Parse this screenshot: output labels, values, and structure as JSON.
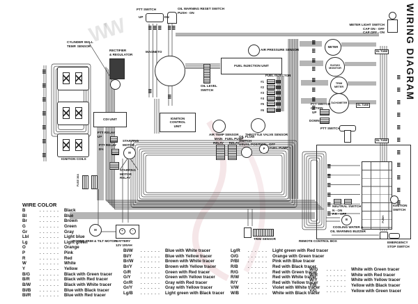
{
  "title": "WIRING DIAGRAM",
  "watermark": "WW",
  "labels": {
    "ptt_switch_top": "PTT SWITCH",
    "up": "UP",
    "dn": "DN",
    "oil_reset": "OIL WARNING RESET SWITCH\nPUSH - ON",
    "meter_light": "METER LIGHT SWITCH\nCAP ON - OFF\nCAP OFF - ON",
    "cyl_temp": "CYLINDER WALL\nTEMP. SENSOR",
    "rectifier": "RECTIFIER\n& REGULATOR",
    "magneto": "MAGNETO",
    "ignition_coils": "IGNITION COILS",
    "cdi": "CDI UNIT",
    "starting_motor": "STARTING\nMOTOR",
    "motor_m": "M",
    "ptt_relay_up": "PTT RELAY\nUP",
    "ptt_relay_dn": "PTT RELAY\nDN",
    "starting_motor_relay": "STARTING\nMOTOR\nRELAY",
    "fuse": "FUSE 30A",
    "pt_motor": "POWER TRIM & TILT MOTOR",
    "battery": "BATTERY\n12V 100AH",
    "battery_plus": "+",
    "battery_minus": "-",
    "oil_level": "OIL LEVEL\nSWITCH",
    "air_pressure": "AIR PRESSURE SENSOR",
    "fiu": "FUEL INJECTION UNIT",
    "fuel_injector": "FUEL INJECTOR",
    "icu": "IGNITION\nCONTROL\nUNIT",
    "air_temp": "AIR TEMP SENSOR",
    "throttle": "THROTTLE VALVE SENSOR",
    "main_relay": "MAIN\nRELAY",
    "fp_relay": "FUEL PUMP\nRELAY",
    "oil_flow": "OIL FLOW\nSWITCH\nUSUAL POSITION - OFF",
    "fuel_pump": "FUEL PUMP",
    "pump_p": "P",
    "trim_sensor": "TRIM SENSOR",
    "ptt_option": "PTT SWITCH\nOPTION",
    "option_up": "UP",
    "option_down": "DOWN",
    "bl_tube": "BL.TUBE",
    "ptt_switch_rc": "PTT SWITCH",
    "neutral": "NEUTRAL SWITCH\nN - ON\nF.R - OFF",
    "ign_switch": "IGNITION\nSWITCH",
    "push": "PUSH",
    "buzzer": "COOLING WATER &\nOIL WARNING BUZZER",
    "buzzer_b": "B",
    "remote": "REMOTE CONTROL BOX",
    "emergency": "EMERGENCY\nSTOP SWITCH"
  },
  "gauges": {
    "meter": "METER",
    "monitor": "SUZUKI\nMONITOR",
    "trim": "TRIM\nMETER",
    "tach": "TACHOMETER"
  },
  "injectors": [
    "#1",
    "#2",
    "#3",
    "#4",
    "#5",
    "#6"
  ],
  "legend": {
    "title": "WIRE COLOR",
    "col1": [
      {
        "c": "B",
        "n": "Black"
      },
      {
        "c": "Bl",
        "n": "Blue"
      },
      {
        "c": "Br",
        "n": "Brown"
      },
      {
        "c": "G",
        "n": "Green"
      },
      {
        "c": "Gr",
        "n": "Gray"
      },
      {
        "c": "Lbl",
        "n": "Light blue"
      },
      {
        "c": "Lg",
        "n": "Light green"
      },
      {
        "c": "O",
        "n": "Orange"
      },
      {
        "c": "P",
        "n": "Pink"
      },
      {
        "c": "R",
        "n": "Red"
      },
      {
        "c": "W",
        "n": "White"
      },
      {
        "c": "Y",
        "n": "Yellow"
      },
      {
        "c": "B/G",
        "n": "Black with Green tracer"
      },
      {
        "c": "B/R",
        "n": "Black with Red tracer"
      },
      {
        "c": "B/W",
        "n": "Black with White tracer"
      },
      {
        "c": "Bl/B",
        "n": "Blue with Black tracer"
      },
      {
        "c": "Bl/R",
        "n": "Blue with Red tracer"
      }
    ],
    "col2": [
      {
        "c": "Bl/W",
        "n": "Blue with White tracer"
      },
      {
        "c": "Bl/Y",
        "n": "Blue with Yellow tracer"
      },
      {
        "c": "Br/W",
        "n": "Brown with White tracer"
      },
      {
        "c": "Br/Y",
        "n": "Brown with Yellow tracer"
      },
      {
        "c": "G/R",
        "n": "Green with Red tracer"
      },
      {
        "c": "G/Y",
        "n": "Green with Yellow tracer"
      },
      {
        "c": "Gr/R",
        "n": "Gray with Red tracer"
      },
      {
        "c": "Gr/Y",
        "n": "Gray with Yellow tracer"
      },
      {
        "c": "Lg/B",
        "n": "Light green with Black tracer"
      }
    ],
    "col3": [
      {
        "c": "Lg/R",
        "n": "Light green with Red tracer"
      },
      {
        "c": "O/G",
        "n": "Orange with Green tracer"
      },
      {
        "c": "P/Bl",
        "n": "Pink with Blue tracer"
      },
      {
        "c": "R/B",
        "n": "Red with Black tracer"
      },
      {
        "c": "R/G",
        "n": "Red with Green tracer"
      },
      {
        "c": "R/W",
        "n": "Red with White tracer"
      },
      {
        "c": "R/Y",
        "n": "Red with Yellow tracer"
      },
      {
        "c": "V/W",
        "n": "Violet with White tracer"
      },
      {
        "c": "W/B",
        "n": "White with Black tracer"
      }
    ],
    "col4": [
      {
        "c": "W/G",
        "n": "White with Green tracer"
      },
      {
        "c": "W/R",
        "n": "White with Red tracer"
      },
      {
        "c": "W/Y",
        "n": "White with Yellow tracer"
      },
      {
        "c": "Y/B",
        "n": "Yellow with Black tracer"
      },
      {
        "c": "Y/G",
        "n": "Yellow with Green tracer"
      }
    ]
  },
  "colors": {
    "line": "#3a3a3a",
    "ink": "#111111",
    "watermark_pink": "#cd828c"
  }
}
